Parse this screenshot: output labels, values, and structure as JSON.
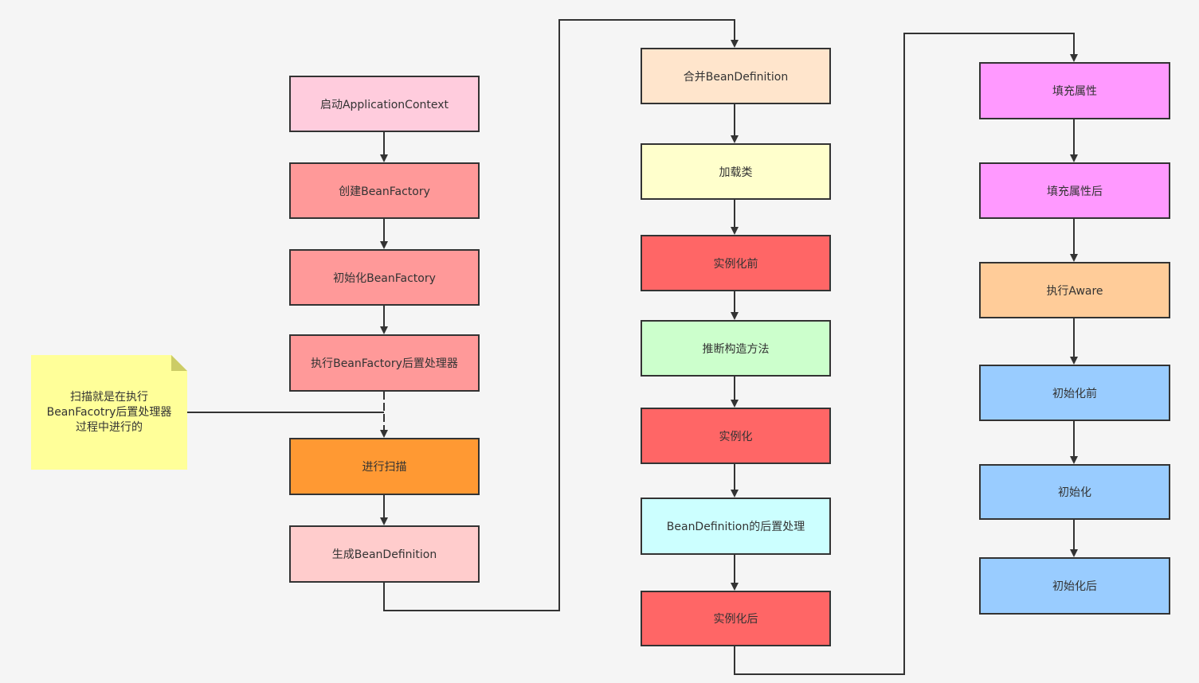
{
  "flow": {
    "col1": {
      "start_context": "启动ApplicationContext",
      "create_factory": "创建BeanFactory",
      "init_factory": "初始化BeanFactory",
      "run_postprocessors": "执行BeanFactory后置处理器",
      "scan": "进行扫描",
      "gen_definition": "生成BeanDefinition"
    },
    "col2": {
      "merge_definition": "合并BeanDefinition",
      "load_class": "加载类",
      "before_instantiation": "实例化前",
      "infer_constructor": "推断构造方法",
      "instantiation": "实例化",
      "definition_postprocess": "BeanDefinition的后置处理",
      "after_instantiation": "实例化后"
    },
    "col3": {
      "populate": "填充属性",
      "after_populate": "填充属性后",
      "aware": "执行Aware",
      "before_init": "初始化前",
      "init": "初始化",
      "after_init": "初始化后"
    }
  },
  "note": {
    "line1": "扫描就是在执行",
    "line2": "BeanFacotry后置处理器",
    "line3": "过程中进行的"
  },
  "colors": {
    "pink": "#ffccdd",
    "salmon": "#ff9999",
    "orange": "#ff9933",
    "light_pink": "#ffcccc",
    "peach": "#ffe5cc",
    "light_yellow": "#ffffcc",
    "red": "#ff6666",
    "light_green": "#ccffcc",
    "light_cyan": "#ccffff",
    "magenta": "#ff99ff",
    "light_orange": "#ffcc99",
    "light_blue": "#99ccff",
    "note_yellow": "#ffff99",
    "stroke": "#333333"
  }
}
